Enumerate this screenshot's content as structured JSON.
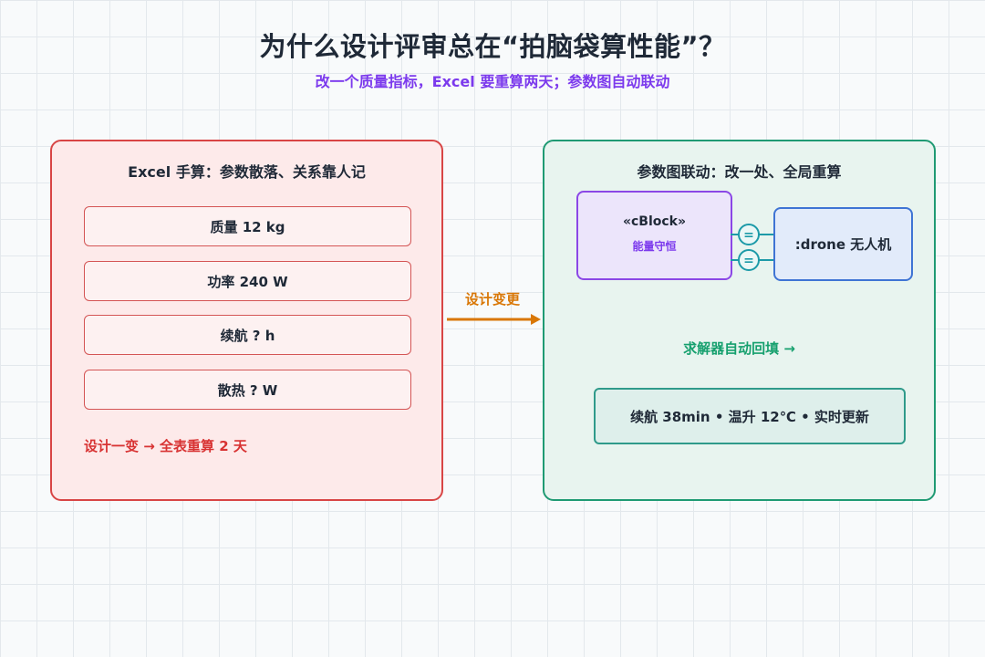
{
  "header": {
    "title": "为什么设计评审总在“拍脑袋算性能”？",
    "subtitle": "改一个质量指标，Excel 要重算两天；参数图自动联动"
  },
  "left_panel": {
    "title": "Excel 手算：参数散落、关系靠人记",
    "params": [
      {
        "label": "质量 12 kg"
      },
      {
        "label": "功率 240 W"
      },
      {
        "label": "续航 ? h"
      },
      {
        "label": "散热 ? W"
      }
    ],
    "note": "设计一变 → 全表重算 2 天"
  },
  "arrow": {
    "label": "设计变更"
  },
  "right_panel": {
    "title": "参数图联动：改一处、全局重算",
    "block": {
      "stereotype": "«cBlock»",
      "name": "能量守恒"
    },
    "drone": {
      "label": ":drone 无人机"
    },
    "connector_symbol": "=",
    "solver_label": "求解器自动回填 →",
    "result": "续航 38min • 温升 12℃ • 实时更新"
  },
  "colors": {
    "left_border": "#d84545",
    "right_border": "#1f9a73",
    "block_border": "#8b47e6",
    "drone_border": "#3f74d4",
    "arrow": "#d97706",
    "connector": "#1c9aa8"
  }
}
